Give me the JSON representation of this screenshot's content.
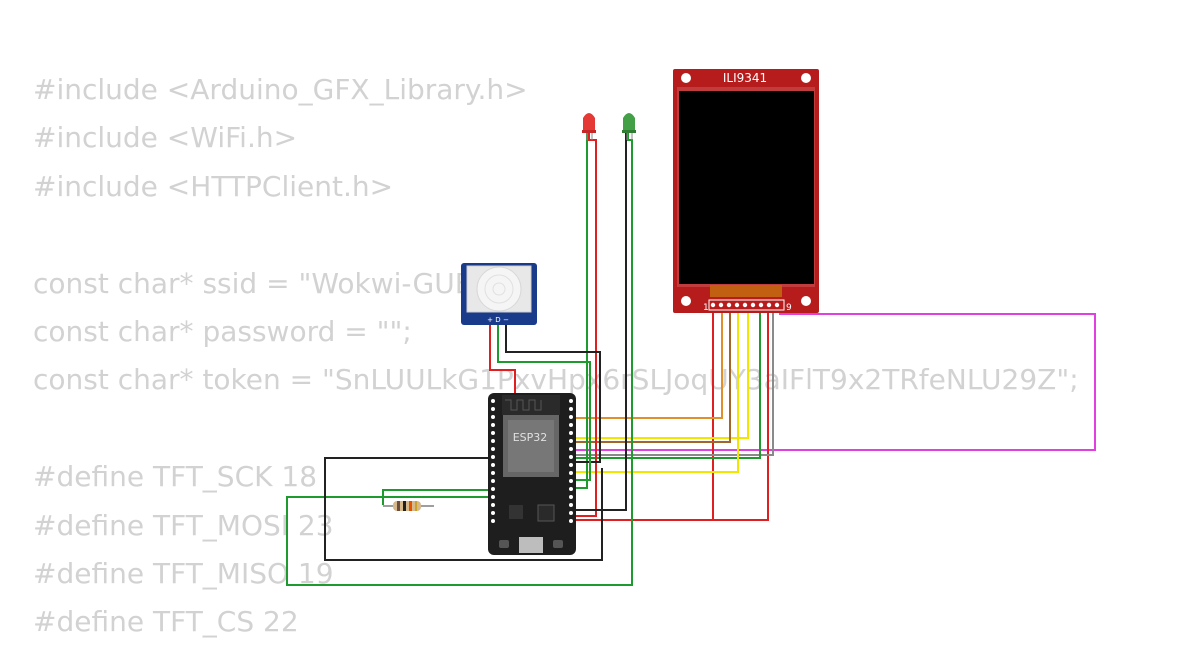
{
  "code": {
    "lines": [
      "#include <Arduino_GFX_Library.h>",
      "#include <WiFi.h>",
      "#include <HTTPClient.h>",
      "",
      "const char* ssid = \"Wokwi-GUEST\";",
      "const char* password = \"\";",
      "const char* token = \"SnLUULkG1PxvHpx6rSLJoqUY3aIFlT9x2TRfeNLU29Z\";",
      "",
      "#define TFT_SCK 18",
      "#define TFT_MOSI 23",
      "#define TFT_MISO 19",
      "#define TFT_CS 22"
    ]
  },
  "components": {
    "tft": {
      "label": "ILI9341",
      "pin_first": "1",
      "pin_last": "9"
    },
    "esp32": {
      "label": "ESP32"
    },
    "pir": {
      "pins": [
        "+",
        "D",
        "−"
      ]
    },
    "led_red": {
      "color": "#e53935"
    },
    "led_green": {
      "color": "#43a047"
    }
  },
  "colors": {
    "board": "#1e1e1e",
    "tft_pcb": "#b71c1c",
    "pir_pcb": "#1a3a8a",
    "wire_black": "#222222",
    "wire_green": "#1f9a2f",
    "wire_red": "#e02020",
    "wire_yellow": "#f2e600",
    "wire_brown": "#a0662a",
    "wire_magenta": "#e040e0",
    "wire_orange": "#e0902a",
    "wire_gray": "#8a8a8a"
  }
}
